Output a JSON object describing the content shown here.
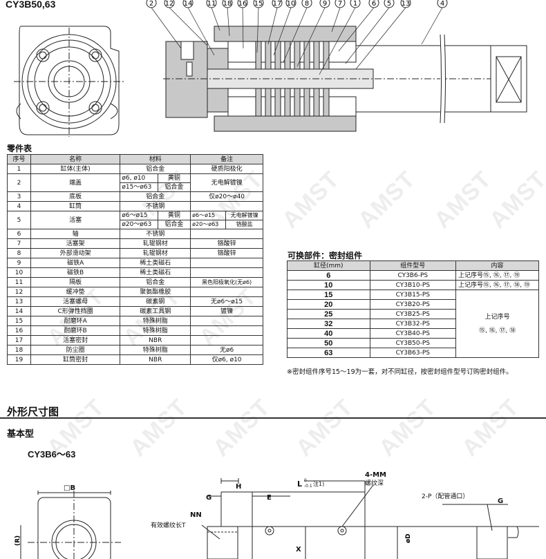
{
  "model_title": "CY3B50,63",
  "balloons": [
    "2",
    "12",
    "14",
    "11",
    "18",
    "16",
    "15",
    "17",
    "10",
    "8",
    "9",
    "7",
    "1",
    "6",
    "5",
    "13",
    "4"
  ],
  "parts_table": {
    "title": "零件表",
    "headers": [
      "序号",
      "名称",
      "材料",
      "备注"
    ],
    "rows": [
      {
        "no": "1",
        "name": "缸体(主体)",
        "material": "铝合金",
        "note": "硬质阳极化"
      },
      {
        "no": "2",
        "name": "端盖",
        "mat_a_size": "ø6, ø10",
        "mat_a": "黄铜",
        "mat_b_size": "ø15～ø63",
        "mat_b": "铝合金",
        "note": "无电解镀镍"
      },
      {
        "no": "3",
        "name": "底板",
        "material": "铝合金",
        "note": "仅ø20～ø40"
      },
      {
        "no": "4",
        "name": "缸筒",
        "material": "不锈钢",
        "note": ""
      },
      {
        "no": "5",
        "name": "活塞",
        "mat_a_size": "ø6～ø15",
        "mat_a": "黄铜",
        "mat_b_size": "ø20～ø63",
        "mat_b": "铝合金",
        "note_a_size": "ø6～ø15",
        "note_a": "无电解镀镍",
        "note_b_size": "ø20～ø63",
        "note_b": "铬酸盐"
      },
      {
        "no": "6",
        "name": "轴",
        "material": "不锈钢",
        "note": ""
      },
      {
        "no": "7",
        "name": "活塞架",
        "material": "轧辊钢材",
        "note": "铬酸锌"
      },
      {
        "no": "8",
        "name": "外部滑动架",
        "material": "轧辊钢材",
        "note": "铬酸锌"
      },
      {
        "no": "9",
        "name": "磁铁A",
        "material": "稀土类磁石",
        "note": ""
      },
      {
        "no": "10",
        "name": "磁铁B",
        "material": "稀土类磁石",
        "note": ""
      },
      {
        "no": "11",
        "name": "隔板",
        "material": "铝合金",
        "note": "黑色阳极氧化(无ø6)"
      },
      {
        "no": "12",
        "name": "缓冲垫",
        "material": "聚氨酯橡胶",
        "note": ""
      },
      {
        "no": "13",
        "name": "活塞螺母",
        "material": "碳素钢",
        "note": "无ø6～ø15"
      },
      {
        "no": "14",
        "name": "C形弹性挡圈",
        "material": "碳素工具钢",
        "note": "镀镍"
      },
      {
        "no": "15",
        "name": "耐磨环A",
        "material": "特殊树脂",
        "note": ""
      },
      {
        "no": "16",
        "name": "耐磨环B",
        "material": "特殊树脂",
        "note": ""
      },
      {
        "no": "17",
        "name": "活塞密封",
        "material": "NBR",
        "note": ""
      },
      {
        "no": "18",
        "name": "防尘圈",
        "material": "特殊树脂",
        "note": "无ø6"
      },
      {
        "no": "19",
        "name": "缸筒密封",
        "material": "NBR",
        "note": "仅ø6, ø10"
      }
    ]
  },
  "seal_table": {
    "title": "可换部件：密封组件",
    "headers": [
      "缸径(mm)",
      "组件型号",
      "内容"
    ],
    "rows": [
      {
        "bore": "6",
        "model": "CY3B6-PS",
        "content": "上记序号⑮, ⑯, ⑰, ⑲"
      },
      {
        "bore": "10",
        "model": "CY3B10-PS",
        "content": "上记序号⑮, ⑯, ⑰, ⑱, ⑲"
      },
      {
        "bore": "15",
        "model": "CY3B15-PS"
      },
      {
        "bore": "20",
        "model": "CY3B20-PS"
      },
      {
        "bore": "25",
        "model": "CY3B25-PS"
      },
      {
        "bore": "32",
        "model": "CY3B32-PS"
      },
      {
        "bore": "40",
        "model": "CY3B40-PS"
      },
      {
        "bore": "50",
        "model": "CY3B50-PS"
      },
      {
        "bore": "63",
        "model": "CY3B63-PS"
      }
    ],
    "merged_content_line1": "上记序号",
    "merged_content_line2": "⑮, ⑯, ⑰, ⑱",
    "note": "※密封组件序号15～19为一套，对不同缸径，按密封组件型号订购密封组件。"
  },
  "section_title": "外形尺寸图",
  "subsection_title": "基本型",
  "model_range": "CY3B6～63",
  "dims": {
    "B": "□B",
    "G": "G",
    "H": "H",
    "E": "E",
    "L": "L",
    "L_tol_upper": "0",
    "L_tol_lower": "-0.1",
    "L_note": "注1)",
    "MM_count": "4-MM",
    "MM_desc": "螺纹深",
    "P_label": "2-P（配管通口）",
    "NN": "NN",
    "NN_desc": "有效螺纹长T",
    "R": "(R)",
    "X": "X",
    "D": "øD",
    "G2": "G"
  },
  "watermark": "AMST",
  "colors": {
    "section_fill": "#c8c8c8",
    "line": "#222222"
  }
}
